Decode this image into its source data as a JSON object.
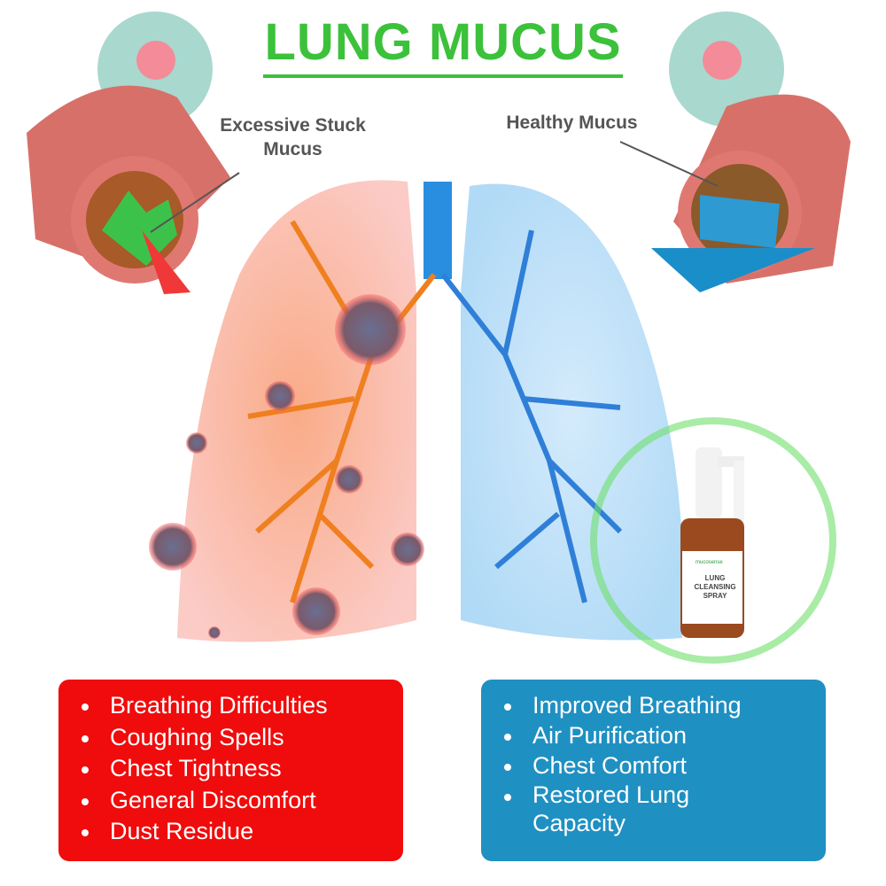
{
  "title": "LUNG MUCUS",
  "labels": {
    "unhealthy": "Excessive Stuck Mucus",
    "healthy": "Healthy Mucus"
  },
  "product": {
    "brand": "mucosense",
    "name": "LUNG CLEANSING SPRAY"
  },
  "symptoms": [
    "Breathing Difficulties",
    "Coughing Spells",
    "Chest Tightness",
    "General Discomfort",
    "Dust Residue"
  ],
  "benefits": [
    "Improved Breathing",
    "Air Purification",
    "Chest Comfort",
    "Restored Lung Capacity"
  ],
  "colors": {
    "title": "#3cc13b",
    "red_box": "#f00c0c",
    "blue_box": "#1f90c2"
  }
}
